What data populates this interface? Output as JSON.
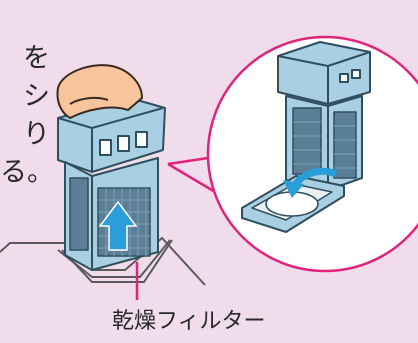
{
  "clipped_text": {
    "lines": [
      "を",
      "シ",
      "り",
      "る。"
    ]
  },
  "callout": {
    "label": "乾燥フィルター"
  },
  "colors": {
    "background": "#f0dcea",
    "unit_fill": "#a9cfe3",
    "filter_mesh": "#5b7f96",
    "arrow": "#2a9ed8",
    "magnifier_stroke": "#e0247e",
    "outline": "#2f4f5f"
  },
  "icons": {
    "hand": "hand-icon",
    "up_arrow": "up-arrow-icon",
    "rotate_arrow": "curved-arrow-icon"
  }
}
